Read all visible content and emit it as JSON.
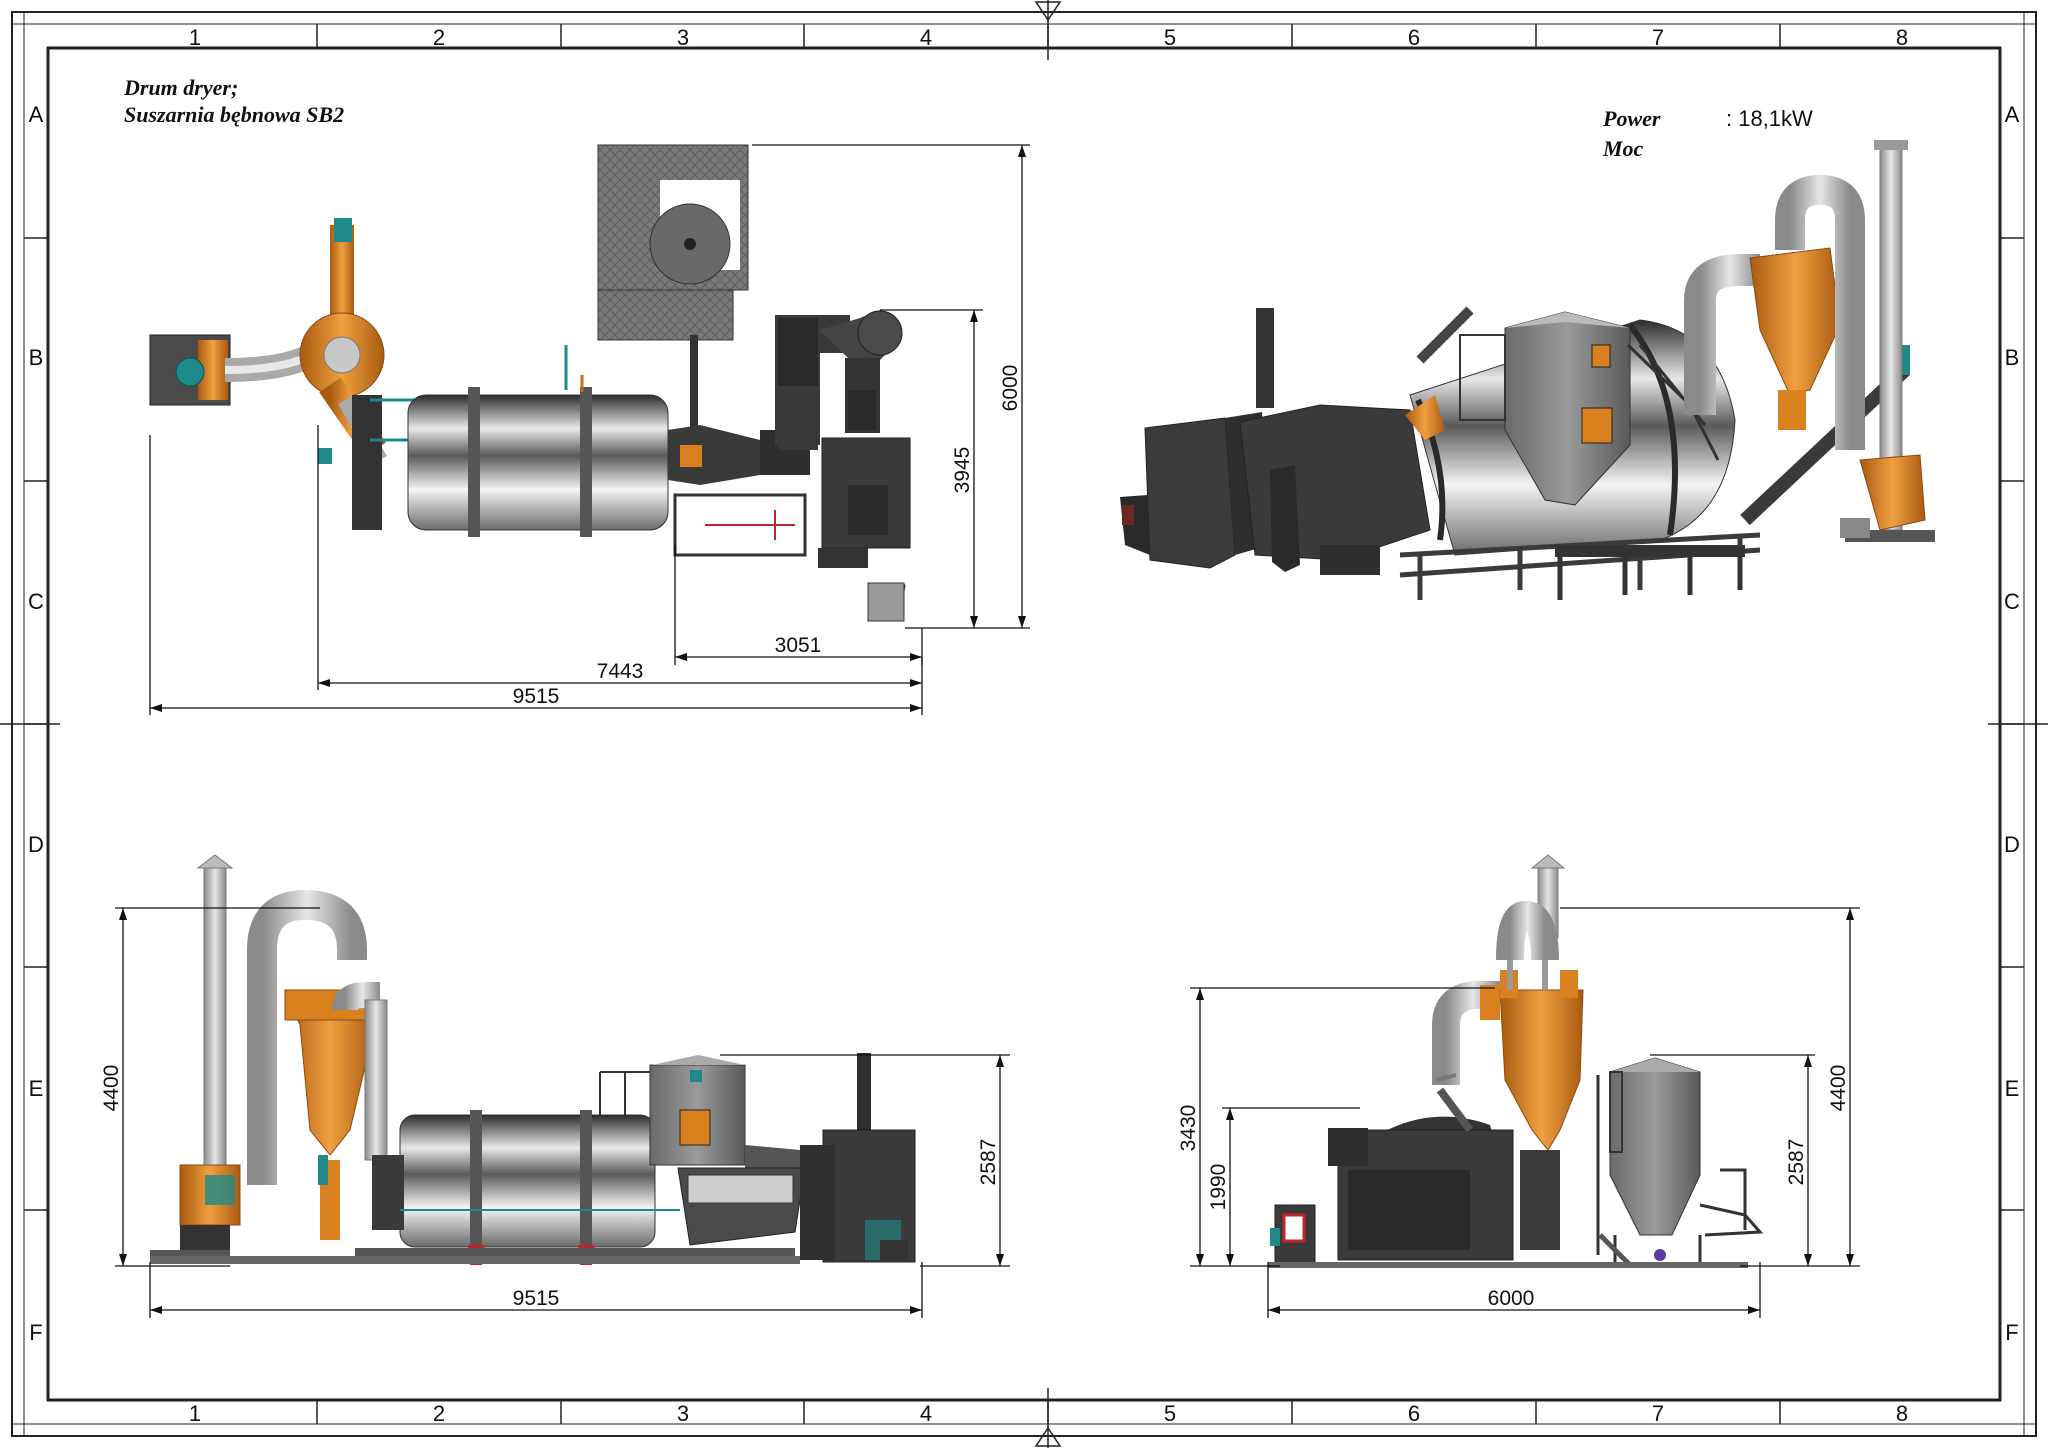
{
  "title": {
    "line1": "Drum dryer;",
    "line2": "Suszarnia bębnowa SB2"
  },
  "power": {
    "label_en": "Power",
    "label_pl": "Moc",
    "value": ": 18,1kW"
  },
  "frame": {
    "columns": [
      "1",
      "2",
      "3",
      "4",
      "5",
      "6",
      "7",
      "8"
    ],
    "rows": [
      "A",
      "B",
      "C",
      "D",
      "E",
      "F"
    ]
  },
  "views": {
    "top": {
      "dims": {
        "height_total": "6000",
        "height_inner": "3945",
        "width_right": "3051",
        "width_mid": "7443",
        "width_total": "9515"
      }
    },
    "side": {
      "dims": {
        "height_total": "4400",
        "height_right": "2587",
        "width_total": "9515"
      }
    },
    "front": {
      "dims": {
        "height_mid": "3430",
        "height_low": "1990",
        "height_right": "2587",
        "height_total": "4400",
        "width_total": "6000"
      }
    }
  },
  "colors": {
    "orange": "#d9801f",
    "dark": "#3a3a3a",
    "steel": "#c9c9c9",
    "teal": "#1f8a8a",
    "red": "#c0242a"
  }
}
